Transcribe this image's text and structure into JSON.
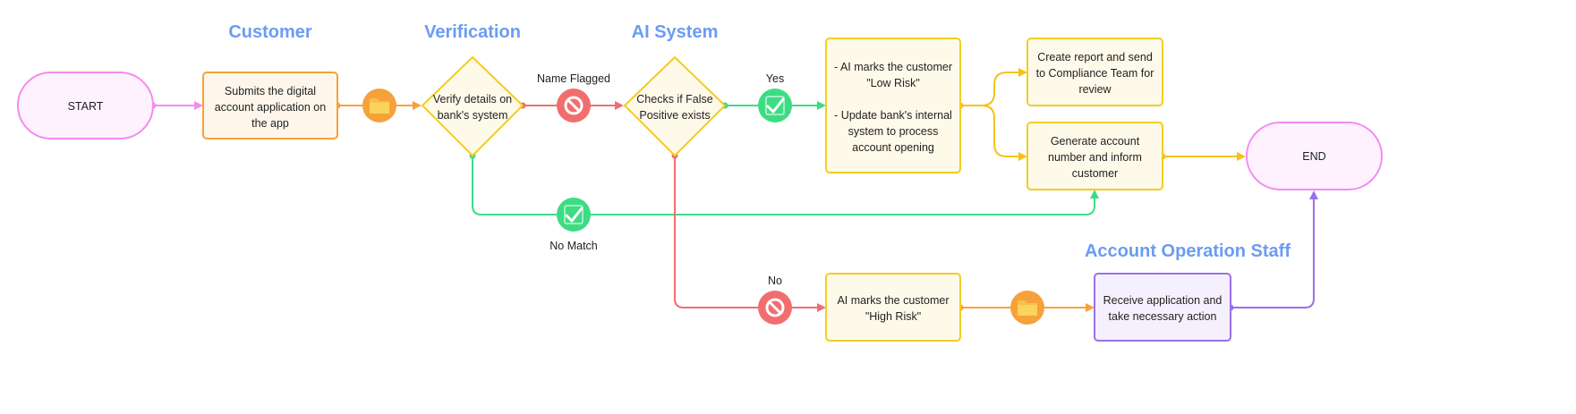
{
  "lanes": {
    "customer": "Customer",
    "verification": "Verification",
    "ai_system": "AI System",
    "account_operation_staff": "Account Operation Staff"
  },
  "nodes": {
    "start": "START",
    "submit": [
      "Submits the digital",
      "account application on",
      "the app"
    ],
    "verify": [
      "Verify details on",
      "bank's system"
    ],
    "false_positive": [
      "Checks if False",
      "Positive exists"
    ],
    "low_risk": [
      "- AI marks the customer",
      "\"Low Risk\"",
      "",
      "- Update bank's internal",
      "system to process",
      "account opening"
    ],
    "report": [
      "Create report and send",
      "to Compliance Team for",
      "review"
    ],
    "generate": [
      "Generate account",
      "number and inform",
      "customer"
    ],
    "end": "END",
    "high_risk": [
      "AI marks the customer",
      "\"High Risk\""
    ],
    "receive": [
      "Receive application and",
      "take necessary action"
    ]
  },
  "edges": {
    "name_flagged": "Name Flagged",
    "yes": "Yes",
    "no_match": "No Match",
    "no": "No"
  },
  "icons": {
    "document": "folder-icon",
    "blocked": "blocked-icon",
    "approved": "check-icon"
  },
  "colors": {
    "lane_title": "#6b9cf2",
    "start_end_border": "#f48bef",
    "start_end_fill": "#fdf2fd",
    "customer_border": "#f5a23a",
    "customer_fill": "#fef6ea",
    "ai_border": "#f2cc24",
    "ai_fill": "#fefaea",
    "staff_border": "#9b6fe8",
    "staff_fill": "#f5f0fd",
    "flow_green": "#3ddc84",
    "flow_red": "#f26e6e",
    "flow_orange": "#f7a13b",
    "flow_yellow": "#f4c21b",
    "flow_purple": "#9b6fe8"
  }
}
